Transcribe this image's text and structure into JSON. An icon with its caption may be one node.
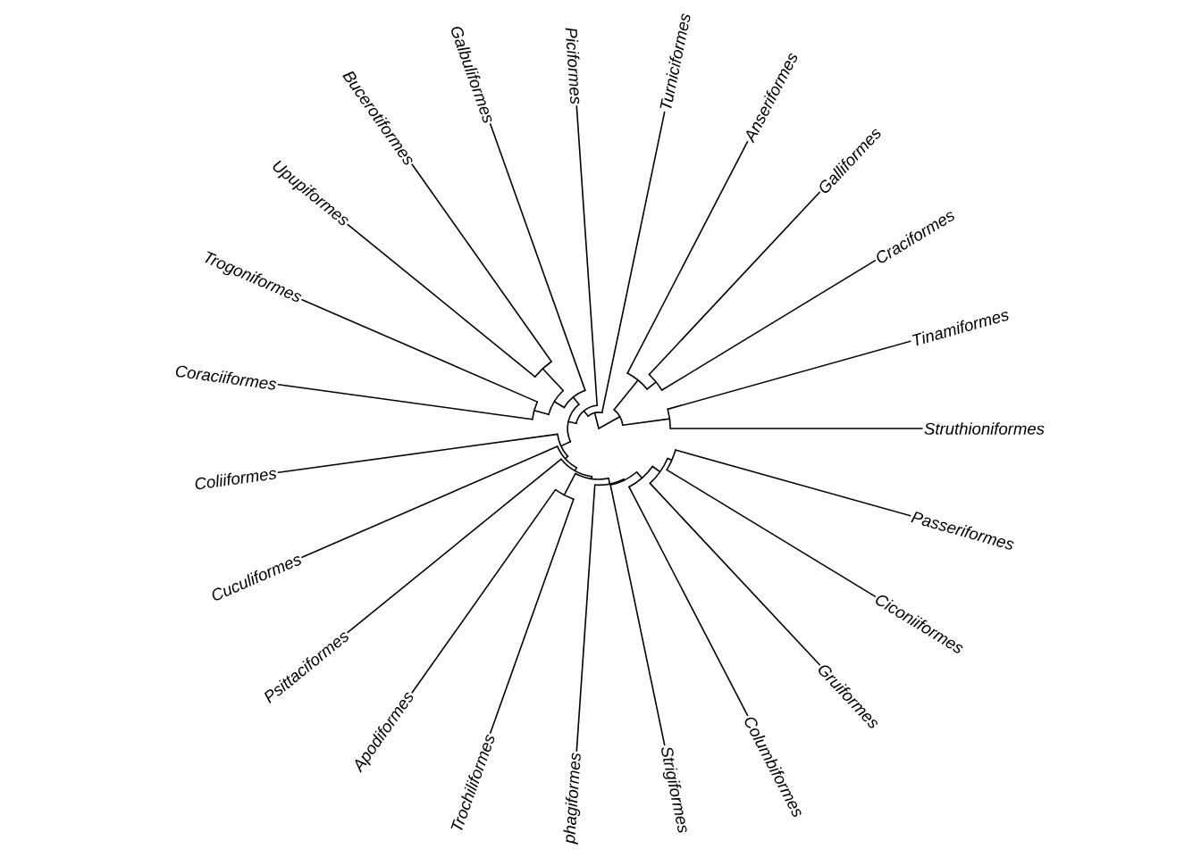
{
  "diagram": {
    "nodes": [
      {
        "text": [
          "Struthioniformes"
        ]
      },
      {
        "text": [
          "Tinamiformes"
        ]
      },
      {
        "text": [
          "Craciformes"
        ]
      },
      {
        "text": [
          "Galliformes"
        ]
      },
      {
        "text": [
          "Anseriformes"
        ]
      },
      {
        "text": [
          "Turniciformes"
        ]
      },
      {
        "text": [
          "Piciformes"
        ]
      },
      {
        "text": [
          "Galbuliformes"
        ]
      },
      {
        "text": [
          "Bucerotiformes"
        ]
      },
      {
        "text": [
          "Upupiformes"
        ]
      },
      {
        "text": [
          "Trogoniformes"
        ]
      },
      {
        "text": [
          "Coraciiformes"
        ]
      },
      {
        "text": [
          "Coliiformes"
        ]
      },
      {
        "text": [
          "Cuculiformes"
        ]
      },
      {
        "text": [
          "Psittaciformes"
        ]
      },
      {
        "text": [
          "Apodiformes"
        ]
      },
      {
        "text": [
          "Trochiliformes"
        ]
      },
      {
        "text": [
          "phagiformes"
        ]
      },
      {
        "text": [
          "Strigiformes"
        ]
      },
      {
        "text": [
          "Columbiformes"
        ]
      },
      {
        "text": [
          "Gruiformes"
        ]
      },
      {
        "text": [
          "Ciconiiformes"
        ]
      },
      {
        "text": [
          "Passeriformes"
        ]
      }
    ],
    "edges": [
      {
        "from": null,
        "to": 0,
        "arrow": "none"
      },
      {
        "from": null,
        "to": 1,
        "arrow": "none"
      },
      {
        "from": null,
        "to": 2,
        "arrow": "none"
      },
      {
        "from": null,
        "to": 3,
        "arrow": "none"
      },
      {
        "from": null,
        "to": 4,
        "arrow": "none"
      },
      {
        "from": null,
        "to": 5,
        "arrow": "none"
      },
      {
        "from": null,
        "to": 6,
        "arrow": "none"
      },
      {
        "from": null,
        "to": 7,
        "arrow": "none"
      },
      {
        "from": null,
        "to": 8,
        "arrow": "none"
      },
      {
        "from": null,
        "to": 9,
        "arrow": "none"
      },
      {
        "from": null,
        "to": 10,
        "arrow": "none"
      },
      {
        "from": null,
        "to": 11,
        "arrow": "none"
      },
      {
        "from": null,
        "to": 12,
        "arrow": "none"
      },
      {
        "from": null,
        "to": 13,
        "arrow": "none"
      },
      {
        "from": null,
        "to": 14,
        "arrow": "none"
      },
      {
        "from": null,
        "to": 15,
        "arrow": "none"
      },
      {
        "from": null,
        "to": 16,
        "arrow": "none"
      },
      {
        "from": null,
        "to": 17,
        "arrow": "none"
      },
      {
        "from": null,
        "to": 18,
        "arrow": "none"
      },
      {
        "from": null,
        "to": 19,
        "arrow": "none"
      },
      {
        "from": null,
        "to": 20,
        "arrow": "none"
      },
      {
        "from": null,
        "to": 21,
        "arrow": "none"
      },
      {
        "from": null,
        "to": 22,
        "arrow": "none"
      }
    ]
  }
}
